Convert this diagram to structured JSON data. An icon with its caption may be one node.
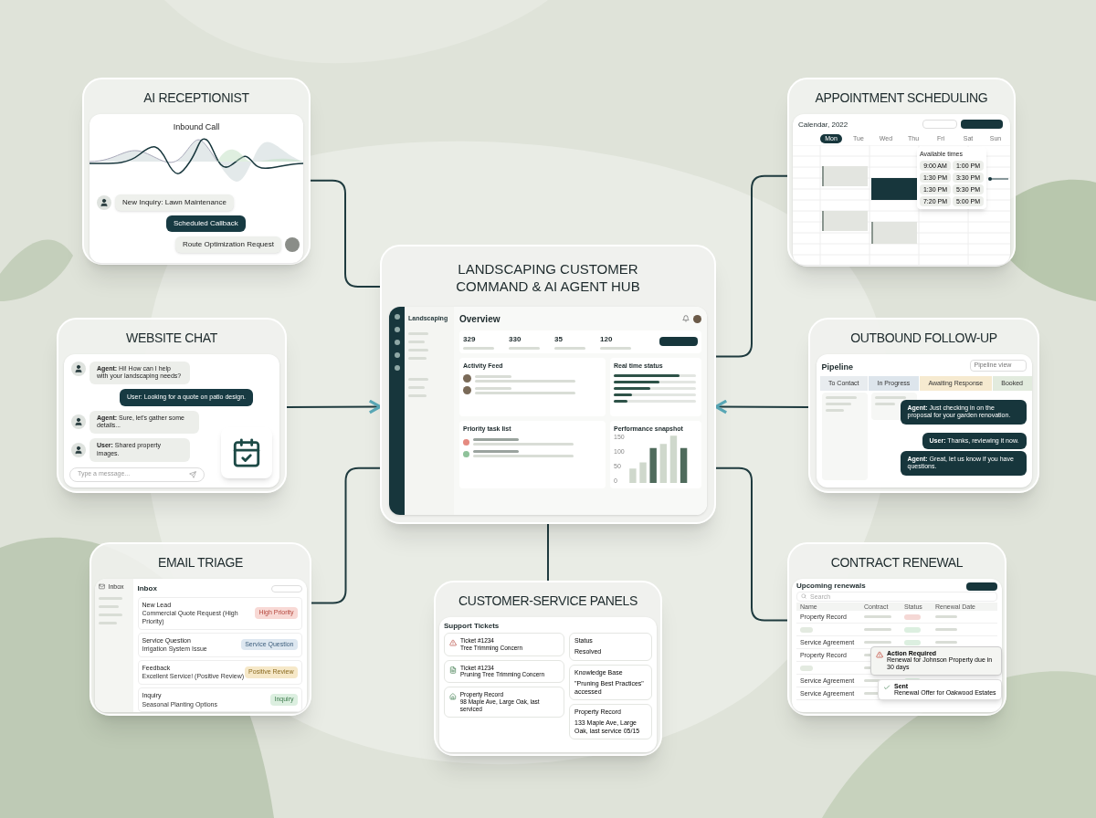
{
  "diagram": {
    "nodes": [
      {
        "text": [
          "LANDSCAPING CUSTOMER COMMAND & AI AGENT HUB",
          "Landscaping",
          "Overview",
          "329",
          "330",
          "35",
          "120",
          "Activity Feed",
          "Real time status",
          "Priority task list",
          "Performance snapshot",
          "150",
          "100",
          "50",
          "0"
        ]
      },
      {
        "text": [
          "AI RECEPTIONIST",
          "Inbound Call",
          "New Inquiry: Lawn Maintenance",
          "Scheduled Callback",
          "Route Optimization Request"
        ]
      },
      {
        "text": [
          "WEBSITE CHAT",
          "**Agent:** Hi! How can I help with your landscaping needs?",
          "User: Looking for a quote on patio design.",
          "**Agent:** Sure, let's gather some details...",
          "**User:** Shared property images.",
          "Type a message..."
        ]
      },
      {
        "text": [
          "EMAIL TRIAGE",
          "Inbox",
          "Inbox",
          "New Lead",
          "Commercial Quote Request (High Priority)",
          "High Priority",
          "Service Question",
          "Irrigation System Issue",
          "Service Question",
          "Feedback",
          "Excellent Service! (Positive Review)",
          "Positive Review",
          "Inquiry",
          "Seasonal Planting Options",
          "Inquiry"
        ]
      },
      {
        "text": [
          "CUSTOMER-SERVICE PANELS",
          "Support Tickets",
          "Ticket #1234",
          "Tree Trimming Concern",
          "Ticket #1234",
          "Pruning Tree Trimming Concern",
          "Property Record",
          "98 Maple Ave, Large Oak, last serviced",
          "Status",
          "Resolved",
          "Knowledge Base",
          "\"Pruning Best Practices\" accessed",
          "Property Record",
          "133 Maple Ave, Large Oak, last service 05/15"
        ]
      },
      {
        "text": [
          "APPOINTMENT SCHEDULING",
          "Calendar, 2022",
          "Mon",
          "Tue",
          "Wed",
          "Thu",
          "Fri",
          "Sat",
          "Sun",
          "Available times",
          "9:00 AM",
          "1:00 PM",
          "1:30 PM",
          "3:30 PM",
          "1:30 PM",
          "5:30 PM",
          "7:20 PM",
          "5:00 PM"
        ]
      },
      {
        "text": [
          "OUTBOUND FOLLOW-UP",
          "Pipeline",
          "Pipeline view",
          "To Contact",
          "In Progress",
          "Awaiting Response",
          "Booked",
          "**Agent:** Just checking in on the proposal for your garden renovation.",
          "**User:** Thanks, reviewing it now.",
          "**Agent:** Great, let us know if you have questions."
        ]
      },
      {
        "text": [
          "CONTRACT RENEWAL",
          "Upcoming renewals",
          "Search",
          "Name",
          "Contract",
          "Status",
          "Renewal Date",
          "Property Record",
          "Service Agreement",
          "Property Record",
          "Service Agreement",
          "Service Agreement",
          "Action Required",
          "Renewal for Johnson Property due in 30 days",
          "Sent",
          "Renewal Offer for Oakwood Estates"
        ]
      }
    ],
    "edges": [
      {
        "from": 1,
        "to": 0,
        "arrow": "none"
      },
      {
        "from": 2,
        "to": 0,
        "arrow": "to"
      },
      {
        "from": 3,
        "to": 0,
        "arrow": "none"
      },
      {
        "from": 4,
        "to": 0,
        "arrow": "none"
      },
      {
        "from": 5,
        "to": 0,
        "arrow": "none"
      },
      {
        "from": 6,
        "to": 0,
        "arrow": "to"
      },
      {
        "from": 7,
        "to": 0,
        "arrow": "none"
      }
    ]
  }
}
